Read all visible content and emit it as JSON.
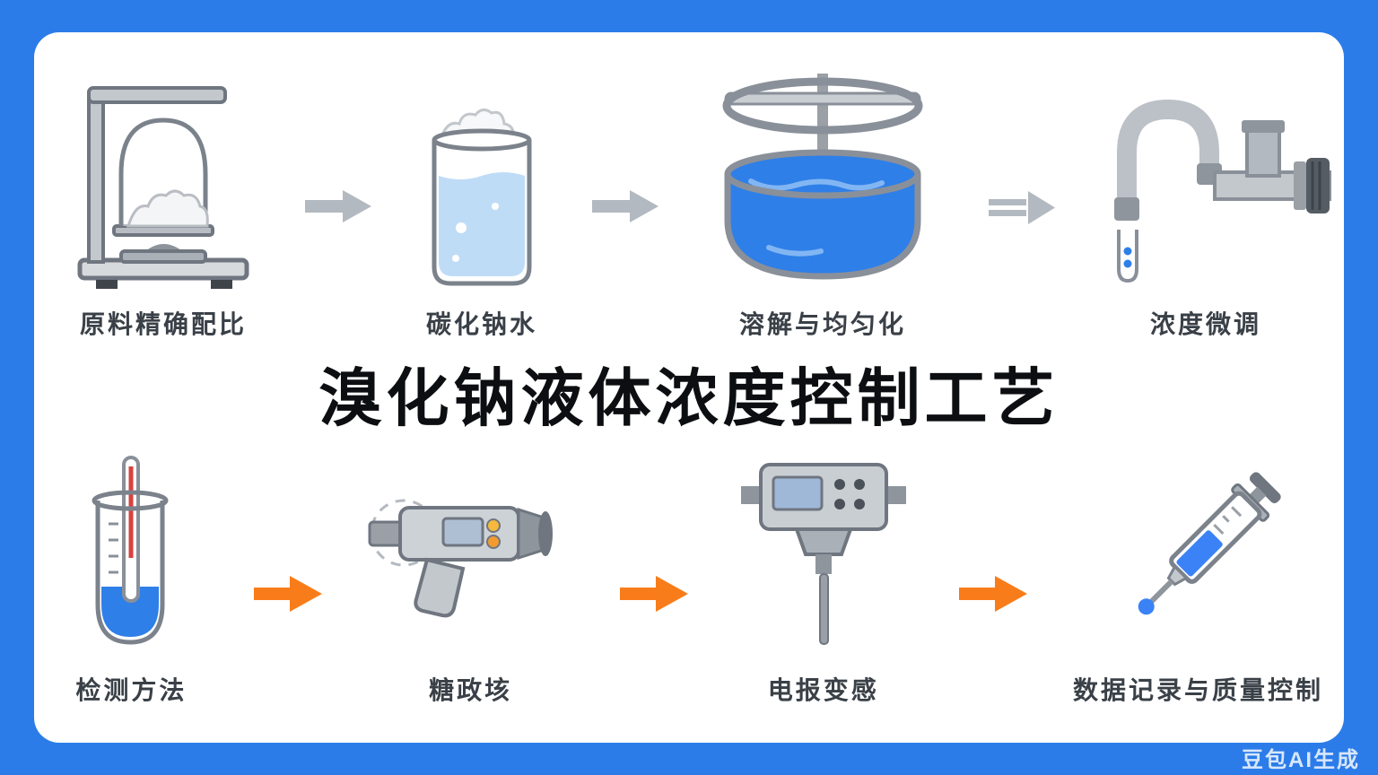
{
  "title": "溴化钠液体浓度控制工艺",
  "watermark": "豆包AI生成",
  "colors": {
    "background": "#2b7ce9",
    "card": "#ffffff",
    "arrow_gray": "#b3b9c0",
    "arrow_orange": "#f87d1a",
    "liquid_blue": "#2f7fe8",
    "light_liquid": "#bfdcf7",
    "label_text": "#3a4047",
    "title_text": "#0c0e11"
  },
  "top_steps": [
    {
      "label": "原料精确配比",
      "icon": "balance-scale"
    },
    {
      "label": "碳化钠水",
      "icon": "beaker-with-powder"
    },
    {
      "label": "溶解与均匀化",
      "icon": "mixing-tank"
    },
    {
      "label": "浓度微调",
      "icon": "pipe-valve-sampler"
    }
  ],
  "bottom_steps": [
    {
      "label": "检测方法",
      "icon": "test-tube-thermometer"
    },
    {
      "label": "糖政垓",
      "icon": "handheld-refractometer"
    },
    {
      "label": "电报变感",
      "icon": "electrode-sensor"
    },
    {
      "label": "数据记录与质量控制",
      "icon": "syringe-sampler"
    }
  ]
}
